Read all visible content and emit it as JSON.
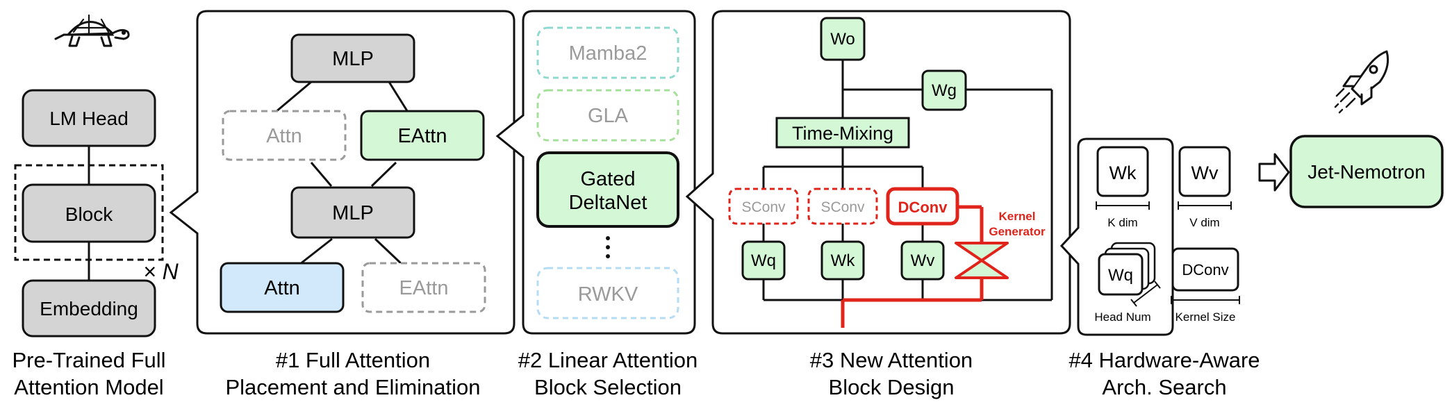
{
  "colors": {
    "gray_fill": "#d4d4d4",
    "green_fill": "#d4f7d6",
    "blue_fill": "#d2e9fb",
    "red": "#e0241b",
    "dashed_gray": "#9a9a9a",
    "dashed_teal": "#8fd9cf",
    "dashed_green": "#a6df9c",
    "dashed_blue": "#b5dcf3"
  },
  "panel0": {
    "lm_head": "LM Head",
    "block": "Block",
    "embedding": "Embedding",
    "repeat_label": "× N",
    "caption_line1": "Pre-Trained Full",
    "caption_line2": "Attention Model",
    "icon": "turtle-icon"
  },
  "panel1": {
    "mlp_top": "MLP",
    "attn_faded": "Attn",
    "eattn": "EAttn",
    "mlp_mid": "MLP",
    "attn": "Attn",
    "eattn_faded": "EAttn",
    "caption_line1": "#1 Full Attention",
    "caption_line2": "Placement and Elimination"
  },
  "panel2": {
    "mamba2": "Mamba2",
    "gla": "GLA",
    "gated_line1": "Gated",
    "gated_line2": "DeltaNet",
    "rwkv": "RWKV",
    "caption_line1": "#2 Linear Attention",
    "caption_line2": "Block Selection"
  },
  "panel3": {
    "wo": "Wo",
    "wg": "Wg",
    "time_mixing": "Time-Mixing",
    "sconv1": "SConv",
    "sconv2": "SConv",
    "dconv": "DConv",
    "wq": "Wq",
    "wk": "Wk",
    "wv": "Wv",
    "kernel_line1": "Kernel",
    "kernel_line2": "Generator",
    "caption_line1": "#3 New Attention",
    "caption_line2": "Block Design"
  },
  "panel4": {
    "wk": "Wk",
    "wv": "Wv",
    "k_dim": "K dim",
    "v_dim": "V dim",
    "wq": "Wq",
    "dconv": "DConv",
    "head_num": "Head Num",
    "kernel_size": "Kernel Size",
    "caption_line1": "#4 Hardware-Aware",
    "caption_line2": "Arch. Search"
  },
  "result": {
    "label": "Jet-Nemotron",
    "icon": "rocket-icon"
  }
}
